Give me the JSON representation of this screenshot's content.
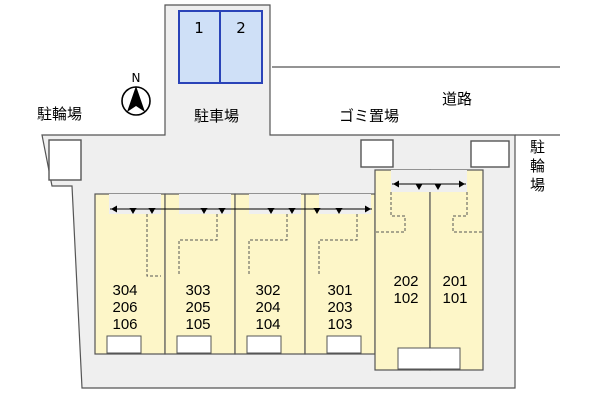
{
  "labels": {
    "bicycle_parking_left": "駐輪場",
    "parking_lot": "駐車場",
    "garbage_area": "ゴミ置場",
    "road": "道路",
    "bicycle_parking_right": "駐輪場",
    "north": "N"
  },
  "parking_spaces": [
    "1",
    "2"
  ],
  "buildings": [
    {
      "units": [
        "304",
        "206",
        "106"
      ]
    },
    {
      "units": [
        "303",
        "205",
        "105"
      ]
    },
    {
      "units": [
        "302",
        "204",
        "104"
      ]
    },
    {
      "units": [
        "301",
        "203",
        "103"
      ]
    },
    {
      "units": [
        "202",
        "102"
      ]
    },
    {
      "units": [
        "201",
        "101"
      ]
    }
  ],
  "colors": {
    "building_fill": "#fdf6c8",
    "parking_fill": "#cfe0f7",
    "parking_border": "#2a43b8",
    "site_fill": "#efefef",
    "outline": "#555555"
  }
}
